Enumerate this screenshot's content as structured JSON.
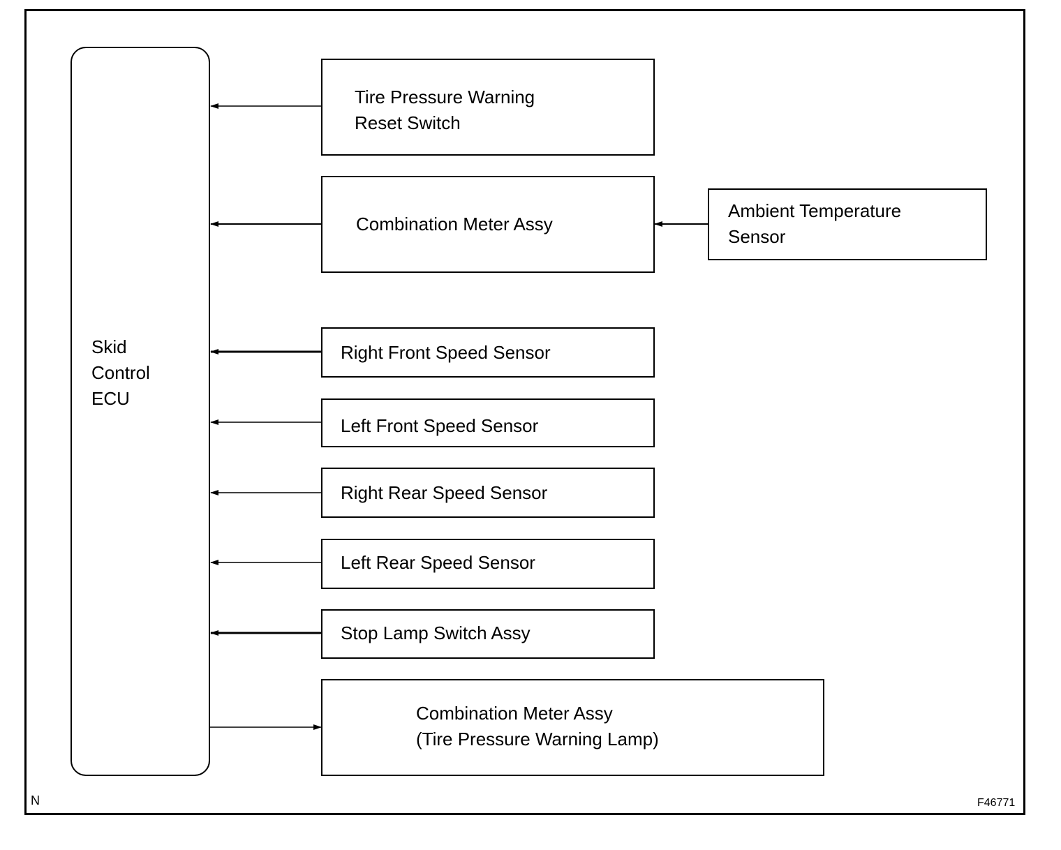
{
  "ecu": {
    "lines": [
      "Skid",
      "Control",
      "ECU"
    ]
  },
  "inputs": [
    {
      "lines": [
        "Tire Pressure Warning",
        "Reset Switch"
      ]
    },
    {
      "lines": [
        "Combination Meter Assy"
      ]
    },
    {
      "lines": [
        "Right Front Speed Sensor"
      ]
    },
    {
      "lines": [
        "Left Front Speed Sensor"
      ]
    },
    {
      "lines": [
        "Right Rear Speed Sensor"
      ]
    },
    {
      "lines": [
        "Left Rear Speed Sensor"
      ]
    },
    {
      "lines": [
        "Stop Lamp Switch Assy"
      ]
    }
  ],
  "ambient": {
    "lines": [
      "Ambient Temperature",
      "Sensor"
    ]
  },
  "output": {
    "lines": [
      "Combination Meter Assy",
      "(Tire Pressure Warning Lamp)"
    ]
  },
  "corner_left": "N",
  "figure_id": "F46771"
}
